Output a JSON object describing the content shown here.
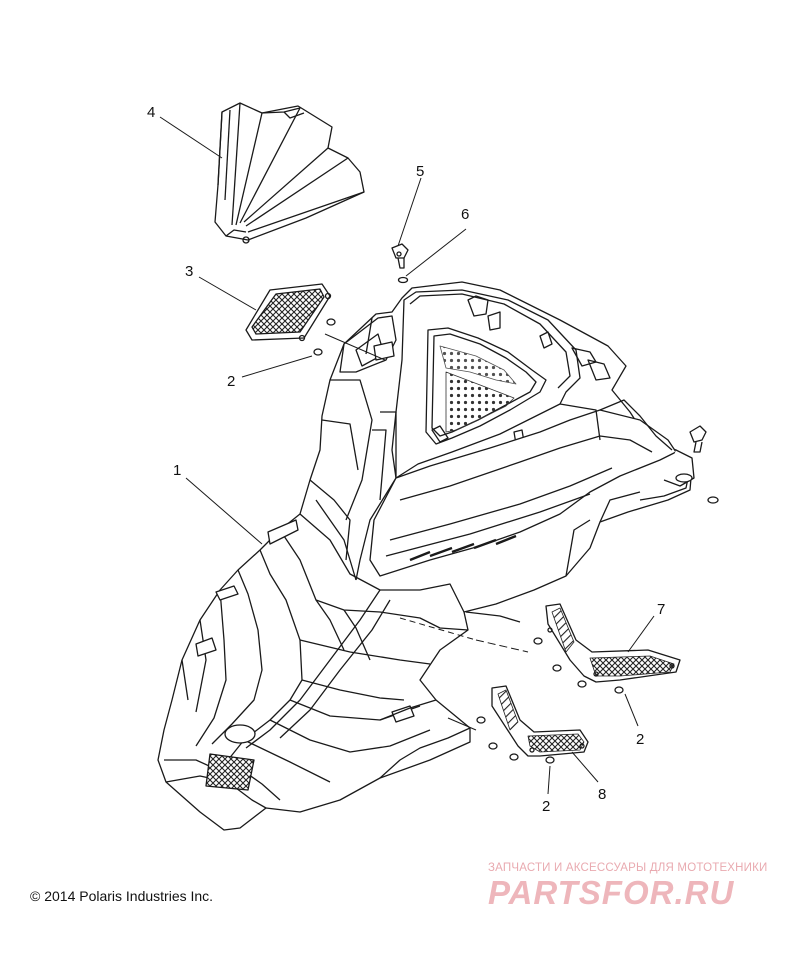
{
  "callouts": {
    "c1": "1",
    "c2a": "2",
    "c2b": "2",
    "c2c": "2",
    "c3": "3",
    "c4": "4",
    "c5": "5",
    "c6": "6",
    "c7": "7",
    "c8": "8"
  },
  "footer": {
    "copyright": "© 2014 Polaris Industries Inc."
  },
  "watermark": {
    "tagline": "ЗАПЧАСТИ И АКСЕССУАРЫ ДЛЯ МОТОТЕХНИКИ",
    "logo": "PARTSFOR.RU"
  }
}
